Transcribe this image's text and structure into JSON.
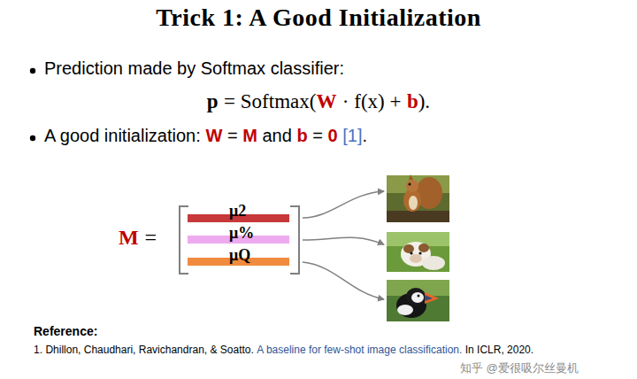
{
  "diagram": {
    "title": "Trick 1: A Good Initialization",
    "labels": [
      "Prediction made by Softmax classifier:",
      "p",
      "= Softmax(",
      "W",
      "· f(x) +",
      "b",
      ").",
      "A good initialization:",
      "W",
      "=",
      "M",
      "and",
      "b",
      "=",
      "0",
      "[1]",
      ".",
      "M",
      "=",
      "μ2",
      "μ%",
      "μQ",
      "Reference:",
      "1.",
      "Dhillon, Chaudhari, Ravichandran, & Soatto.",
      "A baseline for few-shot image classification.",
      "In ICLR, 2020.",
      "知乎 @爱很吸尔丝曼机"
    ]
  }
}
